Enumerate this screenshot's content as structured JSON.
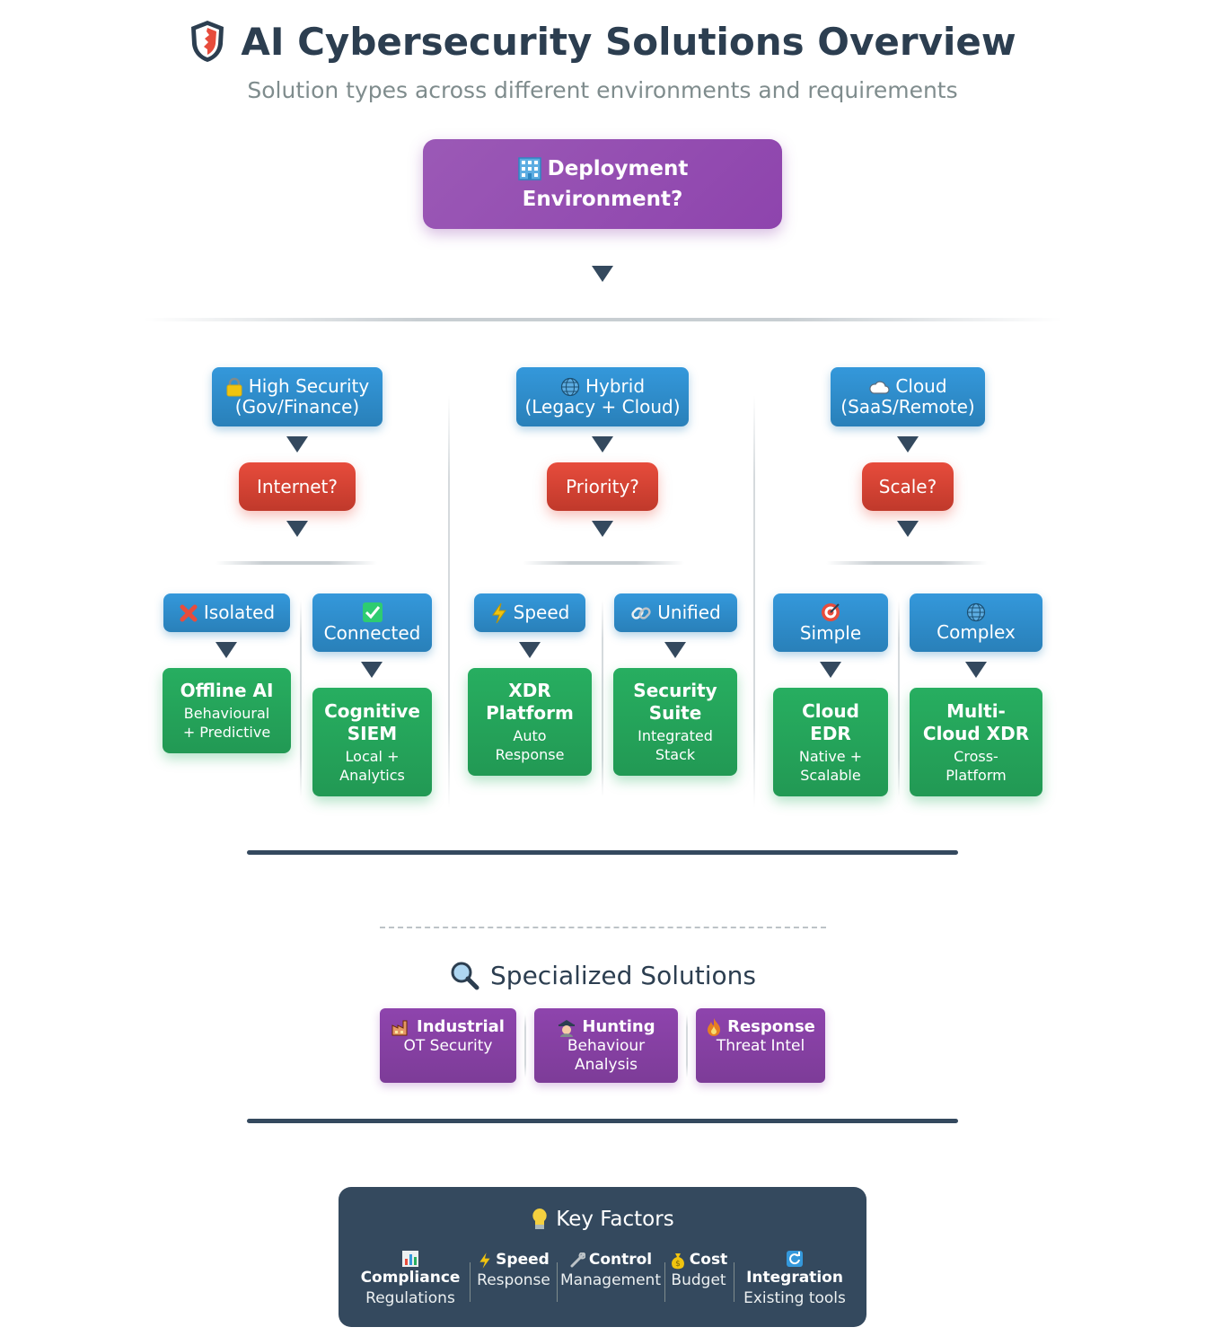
{
  "header": {
    "title": "AI Cybersecurity Solutions Overview",
    "subtitle": "Solution types across different environments and requirements",
    "icon": "shield-icon"
  },
  "root": {
    "label_line1": "Deployment",
    "label_line2": "Environment?",
    "icon": "office-building-icon"
  },
  "columns": [
    {
      "env_line1": "High Security",
      "env_line2": "(Gov/Finance)",
      "env_icon": "lock-icon",
      "question": "Internet?",
      "options": [
        {
          "label": "Isolated",
          "icon": "red-x-icon",
          "solution": "Offline AI",
          "desc_line1": "Behavioural",
          "desc_line2": "+ Predictive"
        },
        {
          "label": "Connected",
          "icon": "green-check-icon",
          "solution_line1": "Cognitive",
          "solution_line2": "SIEM",
          "desc_line1": "Local +",
          "desc_line2": "Analytics"
        }
      ]
    },
    {
      "env_line1": "Hybrid",
      "env_line2": "(Legacy + Cloud)",
      "env_icon": "globe-icon",
      "question": "Priority?",
      "options": [
        {
          "label": "Speed",
          "icon": "lightning-icon",
          "solution_line1": "XDR",
          "solution_line2": "Platform",
          "desc_line1": "Auto",
          "desc_line2": "Response"
        },
        {
          "label": "Unified",
          "icon": "link-icon",
          "solution_line1": "Security",
          "solution_line2": "Suite",
          "desc_line1": "Integrated",
          "desc_line2": "Stack"
        }
      ]
    },
    {
      "env_line1": "Cloud",
      "env_line2": "(SaaS/Remote)",
      "env_icon": "cloud-icon",
      "question": "Scale?",
      "options": [
        {
          "label": "Simple",
          "icon": "target-icon",
          "solution_line1": "Cloud",
          "solution_line2": "EDR",
          "desc_line1": "Native +",
          "desc_line2": "Scalable"
        },
        {
          "label": "Complex",
          "icon": "globe-icon",
          "solution_line1": "Multi-",
          "solution_line2": "Cloud XDR",
          "desc_line1": "Cross-",
          "desc_line2": "Platform"
        }
      ]
    }
  ],
  "specialized": {
    "title": "Specialized Solutions",
    "icon": "magnifier-icon",
    "items": [
      {
        "title": "Industrial",
        "sub": "OT Security",
        "icon": "factory-icon"
      },
      {
        "title": "Hunting",
        "sub_line1": "Behaviour",
        "sub_line2": "Analysis",
        "icon": "detective-icon"
      },
      {
        "title": "Response",
        "sub": "Threat Intel",
        "icon": "fire-icon"
      }
    ]
  },
  "key_factors": {
    "title": "Key Factors",
    "icon": "lightbulb-icon",
    "items": [
      {
        "title": "Compliance",
        "sub": "Regulations",
        "icon": "bar-chart-icon"
      },
      {
        "title": "Speed",
        "sub": "Response",
        "icon": "lightning-icon"
      },
      {
        "title": "Control",
        "sub": "Management",
        "icon": "wrench-icon"
      },
      {
        "title": "Cost",
        "sub": "Budget",
        "icon": "money-bag-icon"
      },
      {
        "title": "Integration",
        "sub": "Existing tools",
        "icon": "refresh-icon"
      }
    ]
  },
  "colors": {
    "purple": "#8e44ad",
    "blue": "#2980b9",
    "red": "#e74c3c",
    "green": "#27ae60",
    "dark": "#34495e"
  }
}
